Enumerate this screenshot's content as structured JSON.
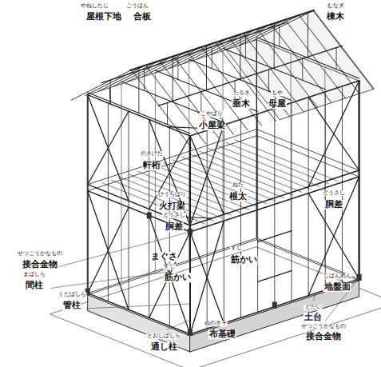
{
  "diagram": {
    "labels": [
      "やねしたじ",
      "ごうはん",
      "屋根下地",
      "合板",
      "むなぎ",
      "棟木",
      "たるき",
      "垂木",
      "もや",
      "母屋",
      "こやばり",
      "小屋梁",
      "のきげた",
      "軒桁",
      "ひうちばり",
      "火打梁",
      "ねだ",
      "根太",
      "どうさし",
      "胴差",
      "どうさし",
      "胴差",
      "まぐさ",
      "すじ",
      "筋かい",
      "すじ",
      "筋かい",
      "せつごうかなもの",
      "接合金物",
      "まばしら",
      "間柱",
      "くだばしら",
      "管柱",
      "じばんめん",
      "地盤面",
      "どだい",
      "土台",
      "せつごうかなもの",
      "接合金物",
      "ぬのきそ",
      "布基礎",
      "とおしばしら",
      "通し柱"
    ]
  }
}
